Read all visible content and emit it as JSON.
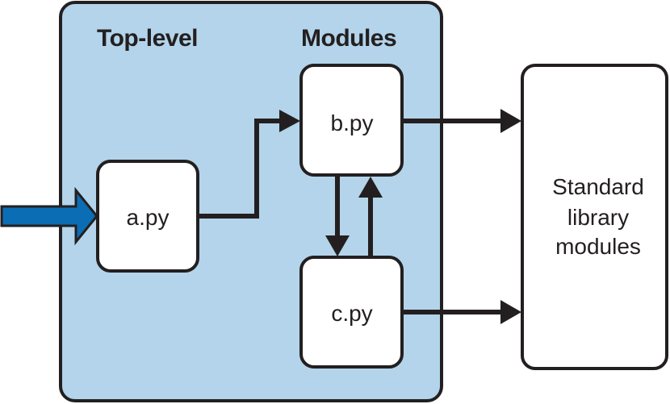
{
  "diagram": {
    "colors": {
      "container_fill": "#b3d4ea",
      "stroke": "#231f20",
      "box_fill": "#ffffff",
      "entry_arrow": "#0b6db4"
    },
    "container": {
      "headers": {
        "top_level": "Top-level",
        "modules": "Modules"
      }
    },
    "nodes": {
      "a": {
        "label": "a.py"
      },
      "b": {
        "label": "b.py"
      },
      "c": {
        "label": "c.py"
      },
      "stdlib": {
        "lines": [
          "Standard",
          "library",
          "modules"
        ]
      }
    },
    "edges": [
      {
        "from": "entry",
        "to": "a.py"
      },
      {
        "from": "a.py",
        "to": "b.py"
      },
      {
        "from": "b.py",
        "to": "c.py"
      },
      {
        "from": "c.py",
        "to": "b.py"
      },
      {
        "from": "b.py",
        "to": "Standard library modules"
      },
      {
        "from": "c.py",
        "to": "Standard library modules"
      }
    ]
  }
}
